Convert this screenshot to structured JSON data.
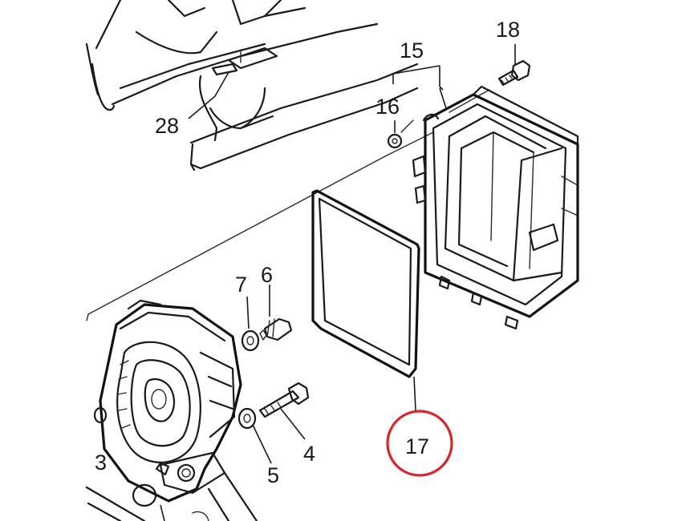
{
  "callouts": {
    "c28": "28",
    "c18": "18",
    "c15": "15",
    "c16": "16",
    "c7": "7",
    "c6": "6",
    "c3": "3",
    "c5": "5",
    "c4": "4",
    "c17": "17"
  },
  "highlight": {
    "target_callout": "17",
    "circle_color": "#d9252a"
  },
  "colors": {
    "line": "#1a1a1a",
    "background": "#ffffff"
  }
}
